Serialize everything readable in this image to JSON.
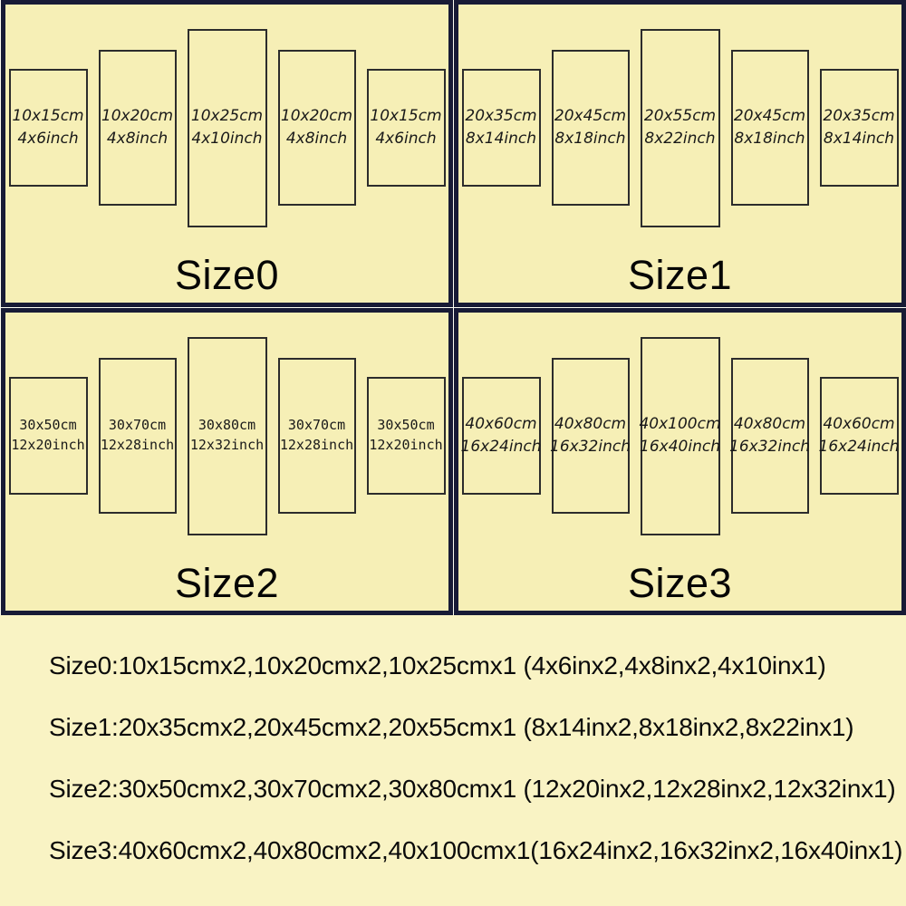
{
  "page": {
    "background_color": "#f9f3c4",
    "card_background_color": "#f6efb6",
    "card_border_color": "#181b36",
    "panel_stroke_color": "#2c2c2c",
    "text_color": "#0a0a0a"
  },
  "quadrants": [
    {
      "label": "Size0",
      "panels": [
        {
          "cm": "10x15cm",
          "inch": "4x6inch"
        },
        {
          "cm": "10x20cm",
          "inch": "4x8inch"
        },
        {
          "cm": "10x25cm",
          "inch": "4x10inch"
        },
        {
          "cm": "10x20cm",
          "inch": "4x8inch"
        },
        {
          "cm": "10x15cm",
          "inch": "4x6inch"
        }
      ]
    },
    {
      "label": "Size1",
      "panels": [
        {
          "cm": "20x35cm",
          "inch": "8x14inch"
        },
        {
          "cm": "20x45cm",
          "inch": "8x18inch"
        },
        {
          "cm": "20x55cm",
          "inch": "8x22inch"
        },
        {
          "cm": "20x45cm",
          "inch": "8x18inch"
        },
        {
          "cm": "20x35cm",
          "inch": "8x14inch"
        }
      ]
    },
    {
      "label": "Size2",
      "panels": [
        {
          "cm": "30x50cm",
          "inch": "12x20inch"
        },
        {
          "cm": "30x70cm",
          "inch": "12x28inch"
        },
        {
          "cm": "30x80cm",
          "inch": "12x32inch"
        },
        {
          "cm": "30x70cm",
          "inch": "12x28inch"
        },
        {
          "cm": "30x50cm",
          "inch": "12x20inch"
        }
      ]
    },
    {
      "label": "Size3",
      "panels": [
        {
          "cm": "40x60cm",
          "inch": "16x24inch"
        },
        {
          "cm": "40x80cm",
          "inch": "16x32inch"
        },
        {
          "cm": "40x100cm",
          "inch": "16x40inch"
        },
        {
          "cm": "40x80cm",
          "inch": "16x32inch"
        },
        {
          "cm": "40x60cm",
          "inch": "16x24inch"
        }
      ]
    }
  ],
  "summary": {
    "lines": [
      "Size0:10x15cmx2,10x20cmx2,10x25cmx1 (4x6inx2,4x8inx2,4x10inx1)",
      "Size1:20x35cmx2,20x45cmx2,20x55cmx1 (8x14inx2,8x18inx2,8x22inx1)",
      "Size2:30x50cmx2,30x70cmx2,30x80cmx1 (12x20inx2,12x28inx2,12x32inx1)",
      "Size3:40x60cmx2,40x80cmx2,40x100cmx1(16x24inx2,16x32inx2,16x40inx1)"
    ]
  }
}
